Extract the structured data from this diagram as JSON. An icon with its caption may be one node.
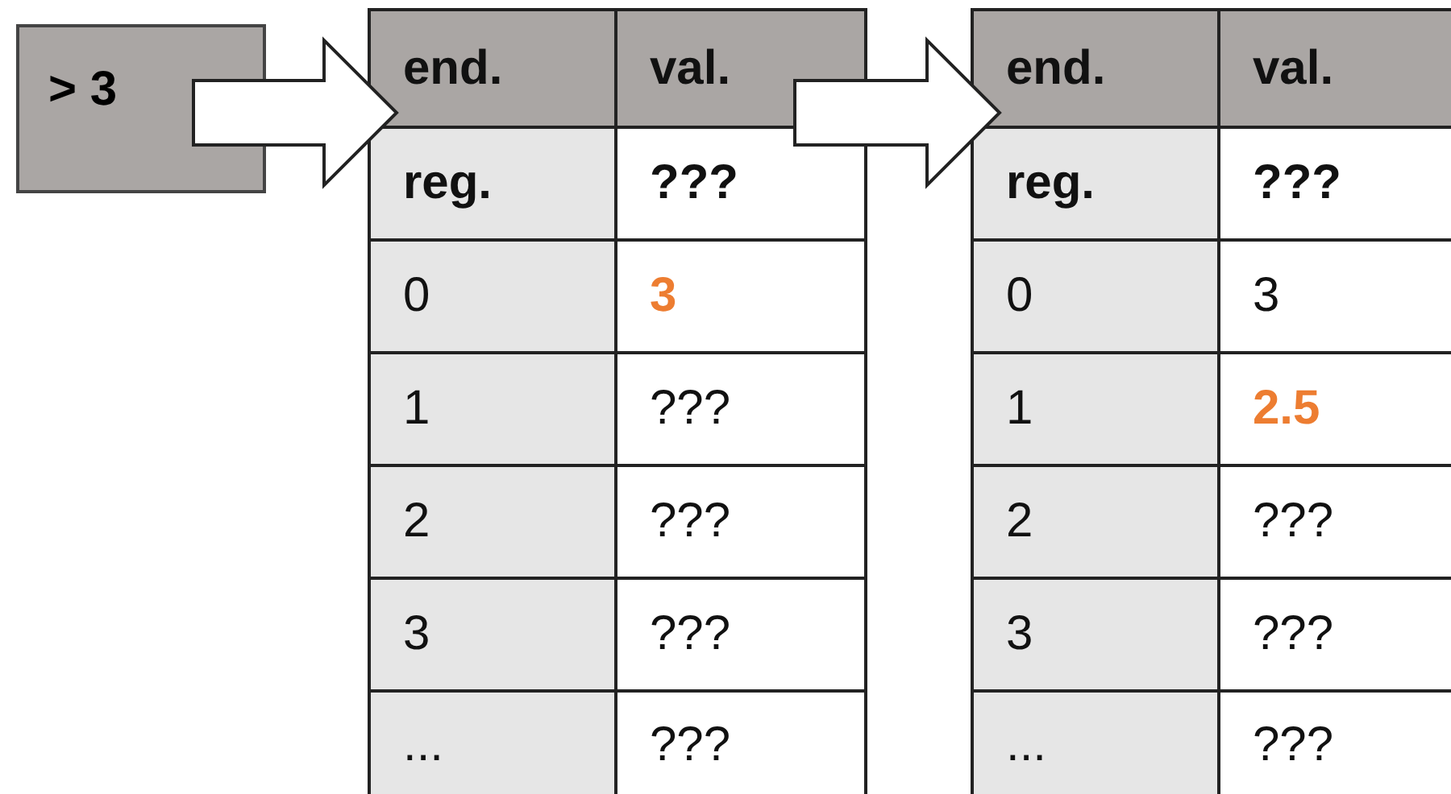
{
  "diagram": {
    "nodes": [
      {
        "text": [
          "> 3"
        ]
      },
      {
        "text": [
          "end.",
          "val.",
          "reg.",
          "???",
          "0",
          "3",
          "1",
          "???",
          "2",
          "???",
          "3",
          "???",
          "...",
          "???"
        ]
      },
      {
        "text": [
          "end.",
          "val.",
          "reg.",
          "???",
          "0",
          "3",
          "1",
          "2.5",
          "2",
          "???",
          "3",
          "???",
          "...",
          "???"
        ]
      }
    ],
    "edges": [
      {
        "from": 0,
        "to": 1,
        "arrow": "to"
      },
      {
        "from": 1,
        "to": 2,
        "arrow": "to"
      }
    ]
  }
}
